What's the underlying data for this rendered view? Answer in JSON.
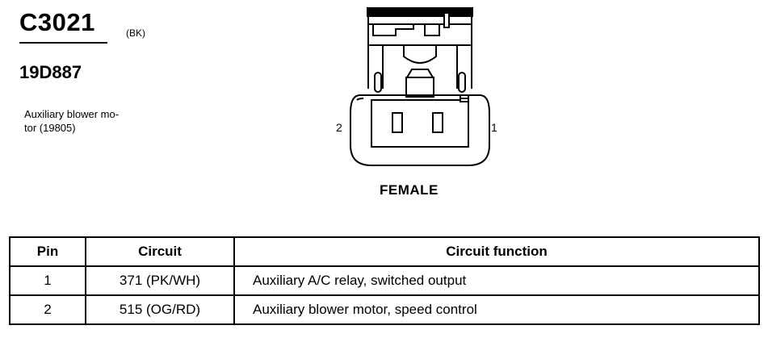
{
  "connector": {
    "id": "C3021",
    "color": "(BK)",
    "part_number": "19D887",
    "description": "Auxiliary blower mo-tor (19805)",
    "description_lines": [
      "Auxiliary blower mo-",
      "tor (19805)"
    ],
    "pin_label_left": "2",
    "pin_label_right": "1",
    "gender": "FEMALE"
  },
  "table": {
    "headers": [
      "Pin",
      "Circuit",
      "Circuit function"
    ],
    "rows": [
      {
        "pin": "1",
        "circuit": "371 (PK/WH)",
        "function": "Auxiliary A/C relay, switched output"
      },
      {
        "pin": "2",
        "circuit": "515 (OG/RD)",
        "function": "Auxiliary blower motor, speed control"
      }
    ]
  }
}
